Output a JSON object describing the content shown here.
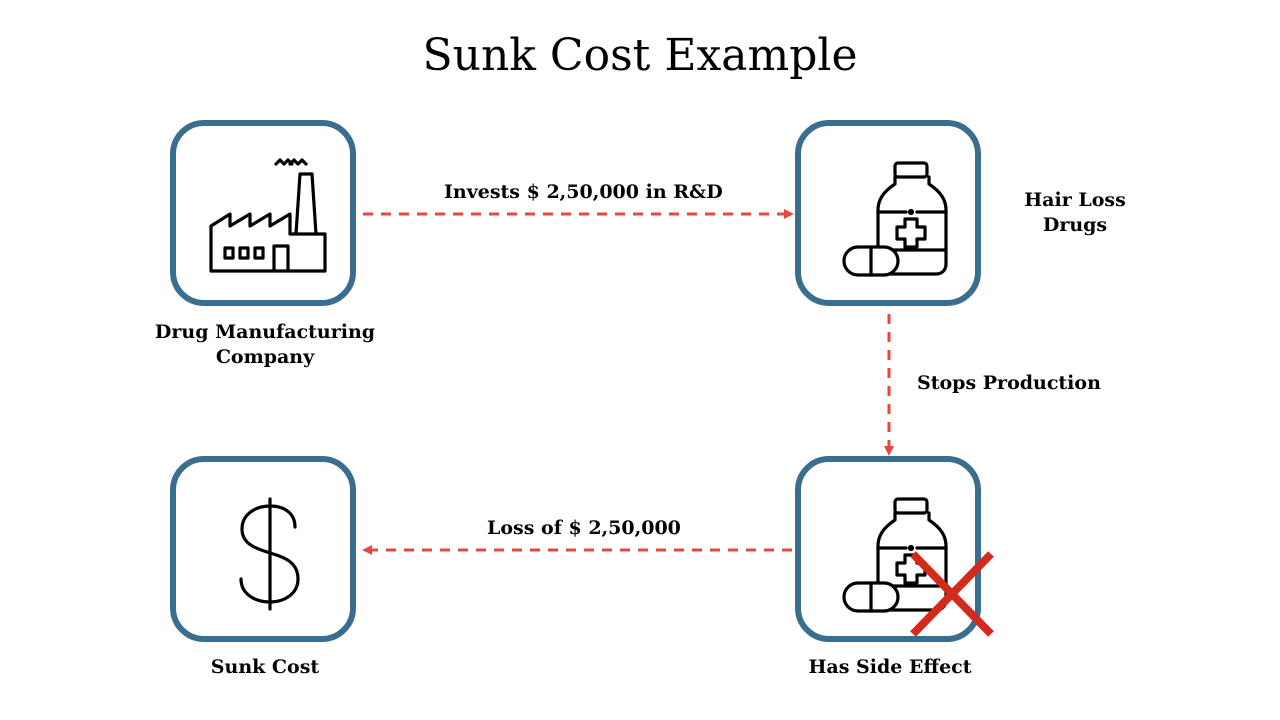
{
  "title": "Sunk Cost Example",
  "colors": {
    "box_border": "#3a6e8f",
    "arrow": "#e8483b",
    "cross": "#d42a1e"
  },
  "nodes": [
    {
      "id": "company",
      "label_lines": [
        "Drug Manufacturing",
        "Company"
      ],
      "icon": "factory-icon"
    },
    {
      "id": "drugs",
      "label_lines": [
        "Hair Loss",
        "Drugs"
      ],
      "icon": "medicine-bottle-icon"
    },
    {
      "id": "side_effect",
      "label": "Has Side Effect",
      "icon": "medicine-bottle-crossed-icon"
    },
    {
      "id": "sunk_cost",
      "label": "Sunk Cost",
      "icon": "dollar-icon"
    }
  ],
  "edges": [
    {
      "from": "company",
      "to": "drugs",
      "label": "Invests $ 2,50,000 in R&D"
    },
    {
      "from": "drugs",
      "to": "side_effect",
      "label": "Stops Production"
    },
    {
      "from": "side_effect",
      "to": "sunk_cost",
      "label": "Loss of $ 2,50,000"
    }
  ]
}
